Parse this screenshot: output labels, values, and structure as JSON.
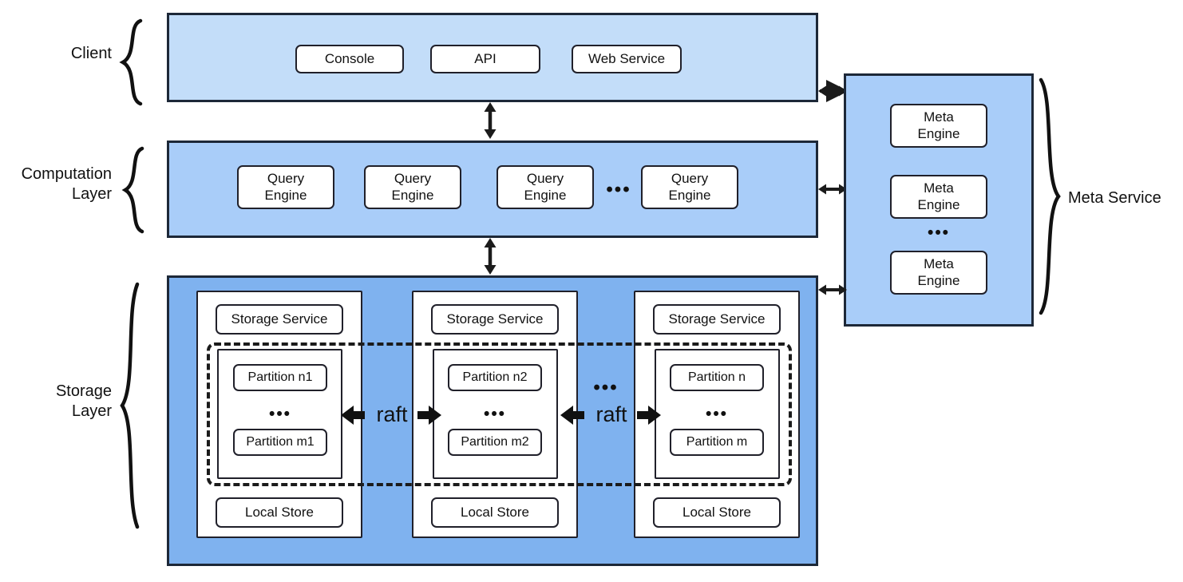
{
  "diagram": {
    "title": "Distributed database layered architecture",
    "colors": {
      "client_layer": "#c3ddf9",
      "computation_layer": "#a9cdf9",
      "storage_layer": "#7fb2ef",
      "meta_panel": "#a9cdf9",
      "raft_band": "#dcebfc",
      "outline": "#1d2838",
      "node_fill": "#ffffff"
    }
  },
  "labels": {
    "client": "Client",
    "computation": "Computation\nLayer",
    "storage": "Storage\nLayer",
    "meta_service": "Meta Service"
  },
  "client_layer": {
    "items": [
      {
        "label": "Console"
      },
      {
        "label": "API"
      },
      {
        "label": "Web Service"
      }
    ]
  },
  "computation_layer": {
    "items": [
      {
        "label": "Query\nEngine"
      },
      {
        "label": "Query\nEngine"
      },
      {
        "label": "Query\nEngine"
      },
      {
        "label": "Query\nEngine"
      }
    ],
    "ellipsis": "•••"
  },
  "meta_service": {
    "items": [
      {
        "label": "Meta\nEngine"
      },
      {
        "label": "Meta\nEngine"
      },
      {
        "label": "Meta\nEngine"
      }
    ],
    "ellipsis": "•••"
  },
  "storage_layer": {
    "nodes": [
      {
        "service": "Storage Service",
        "partition_top": "Partition n1",
        "partition_ellipsis": "•••",
        "partition_bottom": "Partition m1",
        "local_store": "Local Store"
      },
      {
        "service": "Storage Service",
        "partition_top": "Partition n2",
        "partition_ellipsis": "•••",
        "partition_bottom": "Partition m2",
        "local_store": "Local Store"
      },
      {
        "service": "Storage Service",
        "partition_top": "Partition n",
        "partition_ellipsis": "•••",
        "partition_bottom": "Partition m",
        "local_store": "Local Store"
      }
    ],
    "raft_connectors": [
      {
        "label": "raft"
      },
      {
        "label": "raft"
      }
    ],
    "node_ellipsis": "•••"
  }
}
